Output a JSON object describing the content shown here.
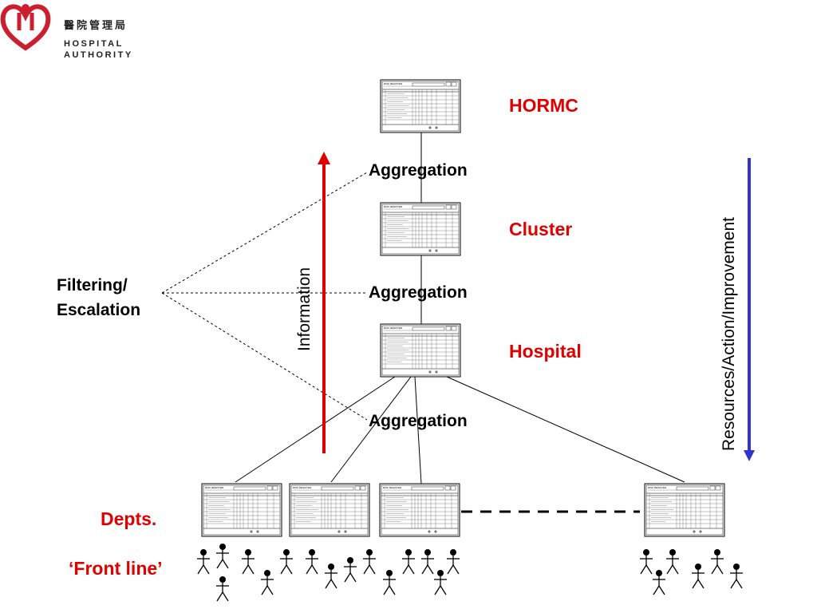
{
  "logo": {
    "chinese_name": "醫院管理局",
    "english_line1": "HOSPITAL",
    "english_line2": "AUTHORITY",
    "brand_color": "#cc1e2e"
  },
  "levels": {
    "hormc": "HORMC",
    "cluster": "Cluster",
    "hospital": "Hospital",
    "depts": "Depts.",
    "front_line": "‘Front line’"
  },
  "aggregation": {
    "label_1": "Aggregation",
    "label_2": "Aggregation",
    "label_3": "Aggregation"
  },
  "filtering": {
    "line1": "Filtering/",
    "line2": "Escalation"
  },
  "arrows": {
    "information": "Information",
    "information_color": "#e00000",
    "resources": "Resources/Action/Improvement",
    "resources_color": "#3333cc"
  },
  "colors": {
    "level_label": "#e00000",
    "text": "#000000"
  }
}
